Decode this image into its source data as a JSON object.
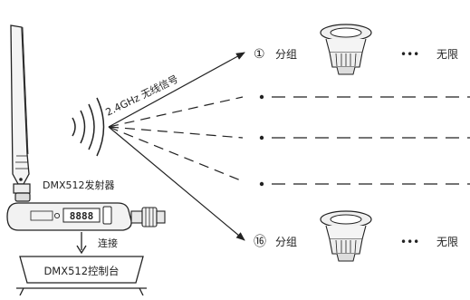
{
  "signal_label": "2.4GHz 无线信号",
  "transmitter_label": "DMX512发射器",
  "connection_label": "连接",
  "console_label": "DMX512控制台",
  "device_display": "8888",
  "groups": [
    {
      "number": "①",
      "label": "分组",
      "ellipsis": "•••",
      "limit_label": "无限"
    },
    {
      "number": "⑯",
      "label": "分组",
      "ellipsis": "•••",
      "limit_label": "无限"
    }
  ],
  "colors": {
    "line": "#222222",
    "device_body": "#f2f2f2",
    "background": "#ffffff"
  }
}
